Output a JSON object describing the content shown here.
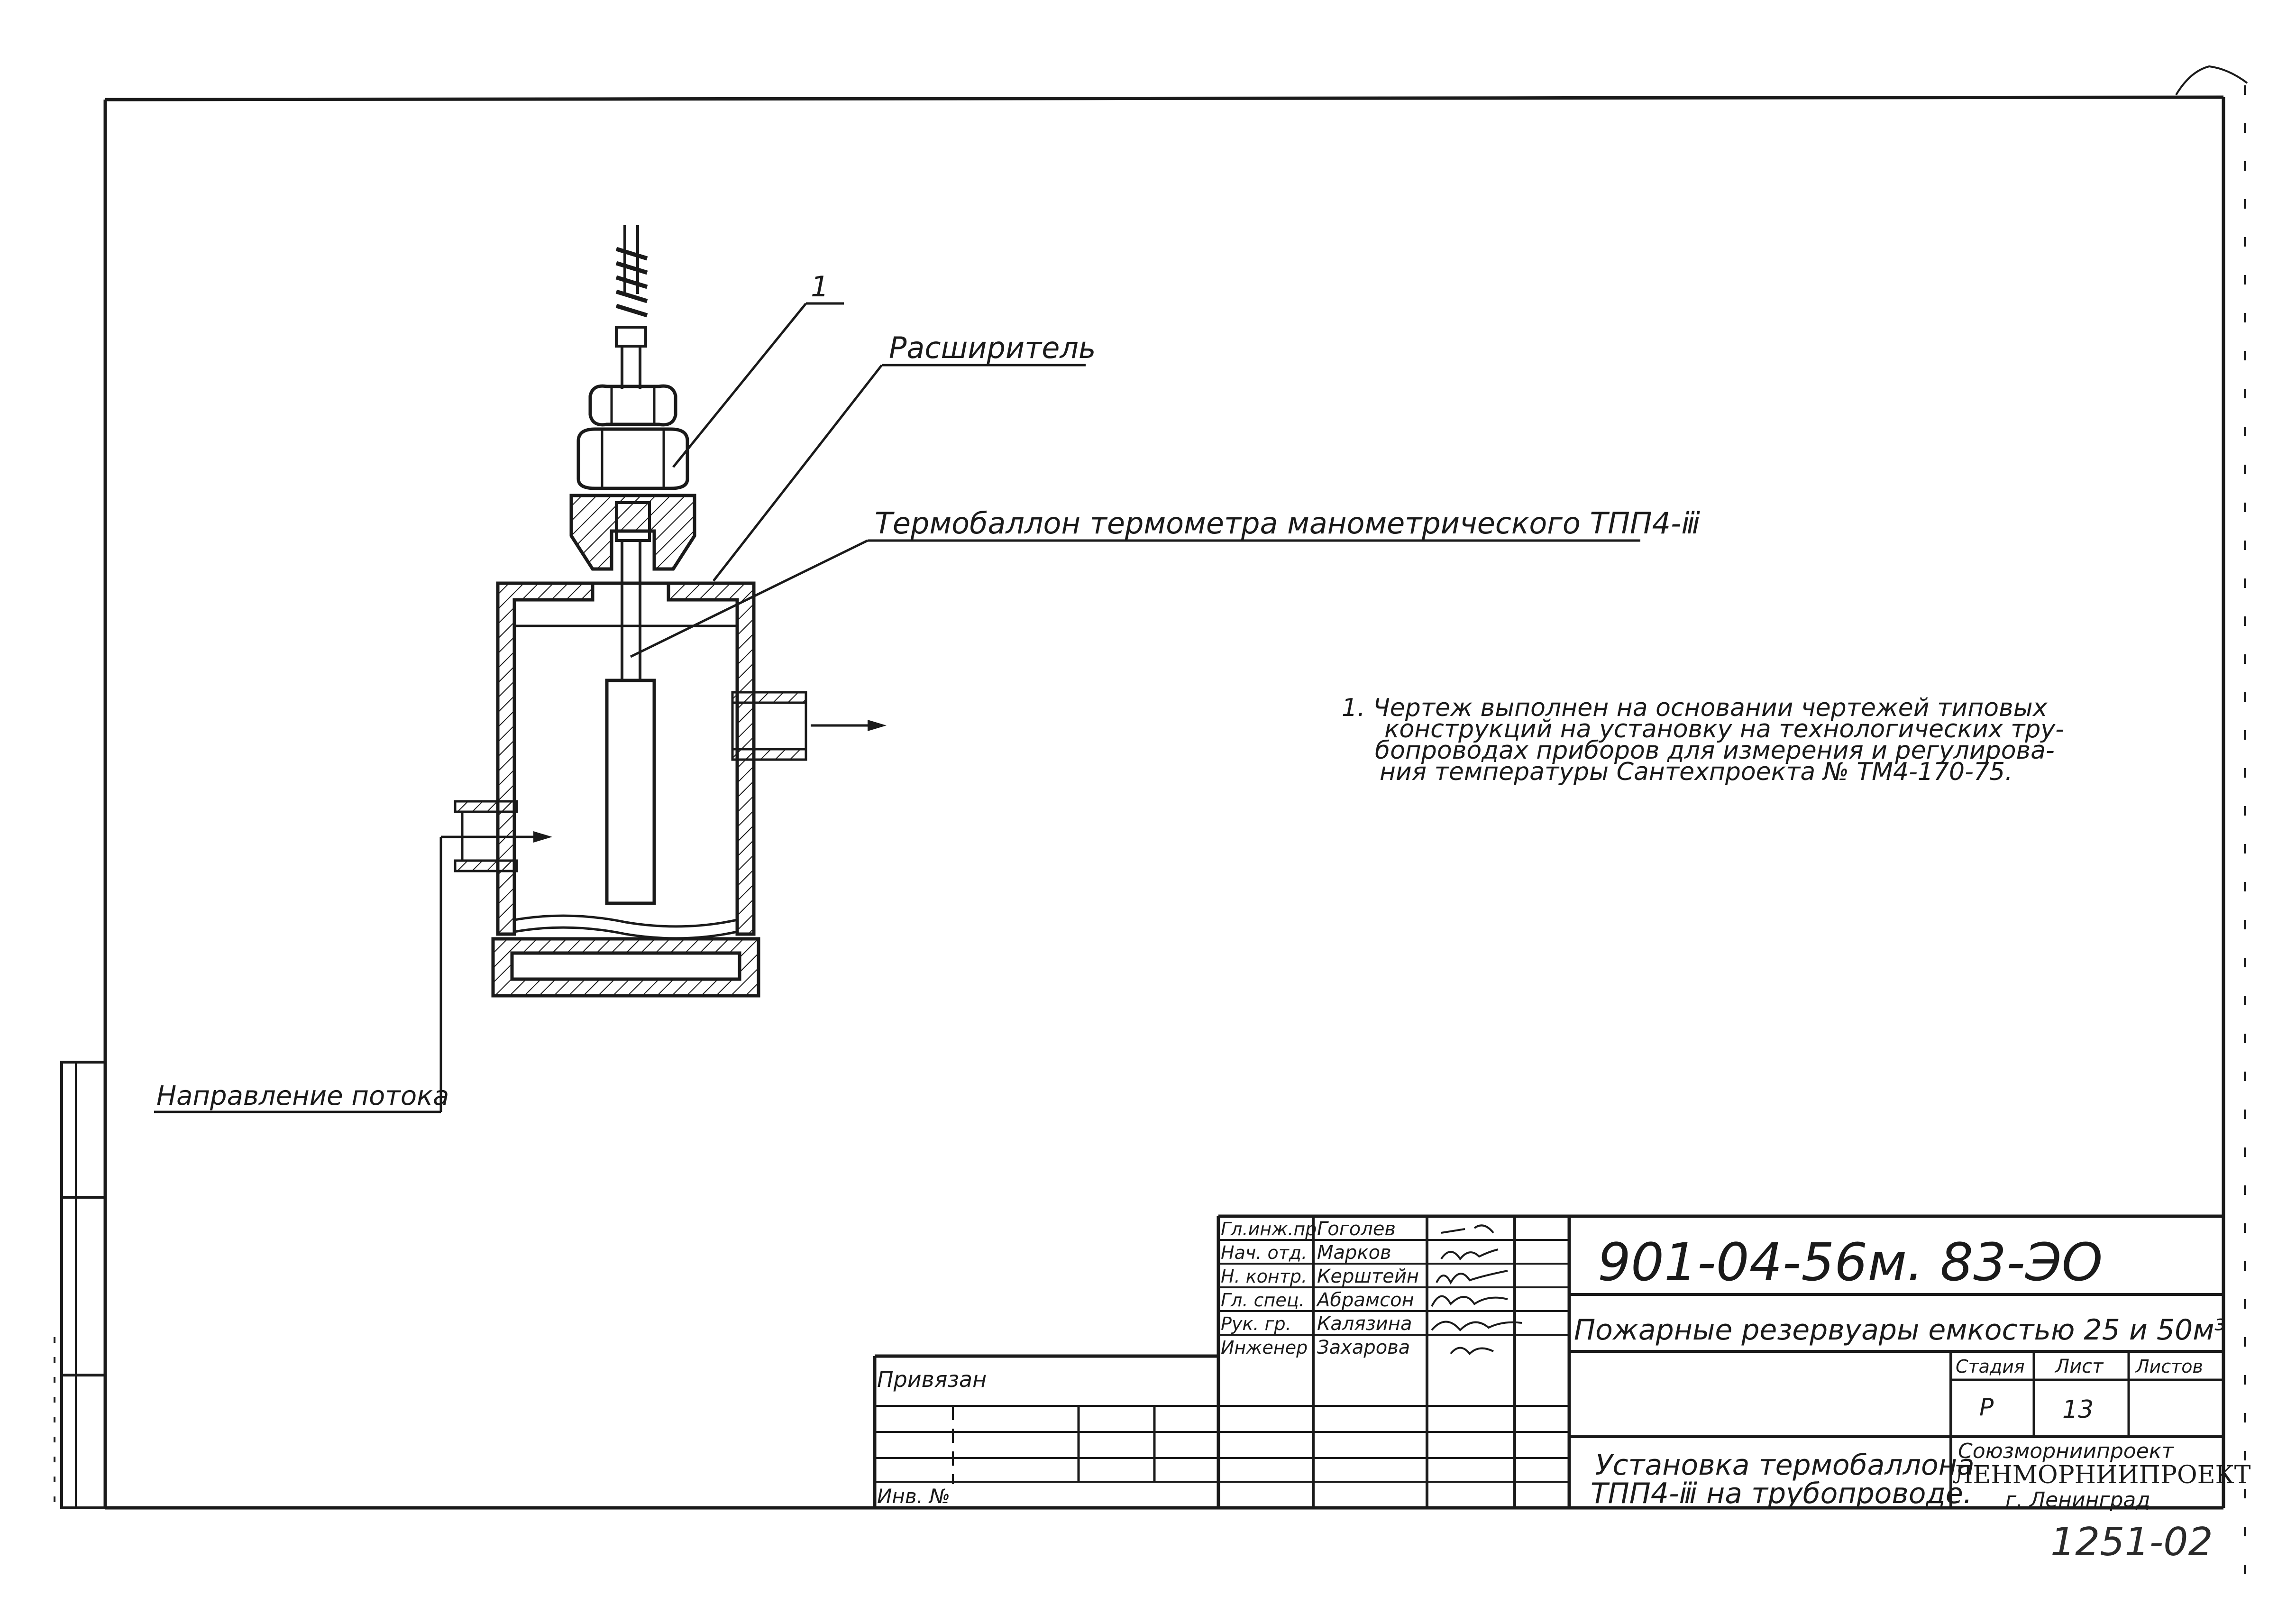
{
  "callouts": {
    "item_number": "1",
    "expander": "Расширитель",
    "thermobulb": "Термобаллон термометра манометрического ТПП4-ⅲ",
    "flow_direction": "Направление потока"
  },
  "notes": [
    "1. Чертеж выполнен на основании чертежей типовых",
    "конструкций на установку на технологических тру-",
    "бопроводах приборов для измерения и регулирова-",
    "ния температуры Сантехпроекта № ТМ4-170-75."
  ],
  "title_block": {
    "designation": "901-04-56м. 83-ЭО",
    "project_title": "Пожарные резервуары емкостью 25 и 50м³",
    "sheet_title_line1": "Установка термобаллона",
    "sheet_title_line2": "ТПП4-ⅲ на трубопроводе.",
    "stage_header": "Стадия",
    "sheet_header": "Лист",
    "sheets_header": "Листов",
    "stage_value": "Р",
    "sheet_value": "13",
    "sheets_value": "",
    "org_line1": "Союзморниипроект",
    "org_line2": "ЛЕНМОРНИИПРОЕКТ",
    "org_line3": "г. Ленинград",
    "tied_label": "Привязан",
    "inventory_label": "Инв. №",
    "signatories": [
      {
        "role": "Гл.инж.пр.",
        "name": "Гоголев"
      },
      {
        "role": "Нач. отд.",
        "name": "Марков"
      },
      {
        "role": "Н. контр.",
        "name": "Керштейн"
      },
      {
        "role": "Гл. спец.",
        "name": "Абрамсон"
      },
      {
        "role": "Рук. гр.",
        "name": "Калязина"
      },
      {
        "role": "Инженер",
        "name": "Захарова"
      }
    ]
  },
  "archive_number": "1251-02"
}
